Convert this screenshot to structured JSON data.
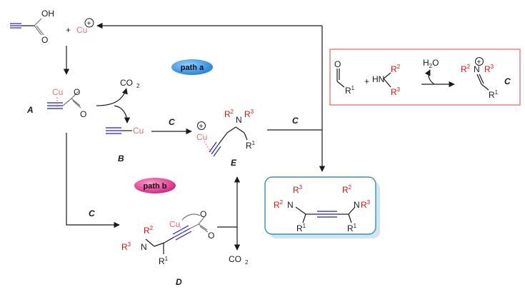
{
  "colors": {
    "alkyne": "#1f22c8",
    "copper": "#e07070",
    "substituent": "#e01010",
    "bond": "#1a1a1a",
    "acid_gray": "#777777",
    "path_a_fill": "#2f8fe6",
    "path_b_fill": "#e0338e",
    "aldehyde_box": "#e9777a",
    "product_box": "#3a8dbf",
    "product_shadow": "#cde6f4"
  },
  "labels": {
    "path_a": "path a",
    "path_b": "path b",
    "A": "A",
    "B": "B",
    "C": "C",
    "D": "D",
    "E": "E",
    "cu": "Cu",
    "co2": "CO",
    "two": "2",
    "h2o": "H",
    "o": "O",
    "oh": "OH",
    "plus": "+",
    "oplus": "⊕",
    "n": "N",
    "hn": "HN",
    "r": "R",
    "sup1": "1",
    "sup2": "2",
    "sup3": "3"
  }
}
